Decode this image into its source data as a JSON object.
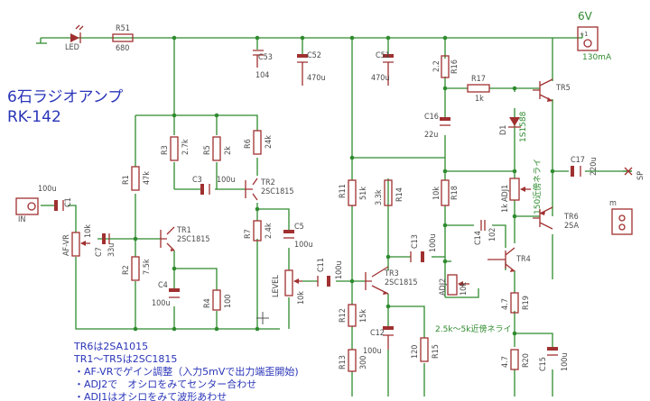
{
  "title": {
    "line1": "6石ラジオアンプ",
    "line2": "RK-142"
  },
  "power": {
    "label": "6V",
    "current": "130mA"
  },
  "ports": {
    "input": "IN",
    "output": "SP",
    "speaker": "m"
  },
  "components": {
    "led": "LED",
    "r51": {
      "ref": "R51",
      "val": "680"
    },
    "c53": {
      "ref": "C53",
      "val": "104"
    },
    "c52": {
      "ref": "C52",
      "val": "470u"
    },
    "c51": {
      "ref": "C51",
      "val": "470u"
    },
    "r16": {
      "ref": "R16",
      "val": "2.2"
    },
    "r17": {
      "ref": "R17",
      "val": "1k"
    },
    "d1": {
      "ref": "D1",
      "val": "1S1588"
    },
    "c16": {
      "ref": "C16",
      "val": "22u"
    },
    "c17": {
      "ref": "C17",
      "val": "220u"
    },
    "tr5": {
      "ref": "TR5",
      "val": ""
    },
    "tr6": {
      "ref": "TR6",
      "val": "2SA"
    },
    "r1": {
      "ref": "R1",
      "val": "47k"
    },
    "r2": {
      "ref": "R2",
      "val": "7.5k"
    },
    "r3": {
      "ref": "R3",
      "val": "2.7k"
    },
    "r4": {
      "ref": "R4",
      "val": "100"
    },
    "r5": {
      "ref": "R5",
      "val": "2k"
    },
    "r6": {
      "ref": "R6",
      "val": "24k"
    },
    "r7": {
      "ref": "R7",
      "val": "2.4k"
    },
    "c1": {
      "ref": "C1",
      "val": "100u"
    },
    "c3": {
      "ref": "C3",
      "val": "100u"
    },
    "c4": {
      "ref": "C4",
      "val": "100u"
    },
    "c5": {
      "ref": "C5",
      "val": "100u"
    },
    "c7": {
      "ref": "C7",
      "val": "33u"
    },
    "afvr": {
      "ref": "AF-VR",
      "val": "10k"
    },
    "tr1": {
      "ref": "TR1",
      "val": "2SC1815"
    },
    "tr2": {
      "ref": "TR2",
      "val": "2SC1815"
    },
    "level": {
      "ref": "LEVEL",
      "val": "10k"
    },
    "c11": {
      "ref": "C11",
      "val": "100u"
    },
    "r11": {
      "ref": "R11",
      "val": "51k"
    },
    "r12": {
      "ref": "R12",
      "val": "15k"
    },
    "r13": {
      "ref": "R13",
      "val": "300"
    },
    "r14": {
      "ref": "R14",
      "val": "3.3k"
    },
    "r15": {
      "ref": "R15",
      "val": "120"
    },
    "c12": {
      "ref": "C12",
      "val": "100u"
    },
    "c13": {
      "ref": "C13",
      "val": "100u"
    },
    "tr3": {
      "ref": "TR3",
      "val": "2SC1815"
    },
    "adj2": {
      "ref": "ADJ2",
      "val": "10k"
    },
    "r18": {
      "ref": "R18",
      "val": "10k"
    },
    "adj1": {
      "ref": "ADJ1",
      "val": "1k"
    },
    "c14": {
      "ref": "C14",
      "val": "102"
    },
    "tr4": {
      "ref": "TR4",
      "val": ""
    },
    "r19": {
      "ref": "R19",
      "val": "4.7"
    },
    "r20": {
      "ref": "R20",
      "val": "4.7"
    },
    "c15": {
      "ref": "C15",
      "val": "100u"
    }
  },
  "annotations": {
    "adj1_note": "150近傍ネライ",
    "adj2_note": "2.5k～5k近傍ネライ"
  },
  "notes": [
    "TR6は2SA1015",
    "TR1～TR5は2SC1815",
    "・AF-VRでゲイン調整（入力5mVで出力端歪開始)",
    "・ADJ2で　オシロをみてセンター合わせ",
    "・ADJ1はオシロをみて波形あわせ"
  ]
}
